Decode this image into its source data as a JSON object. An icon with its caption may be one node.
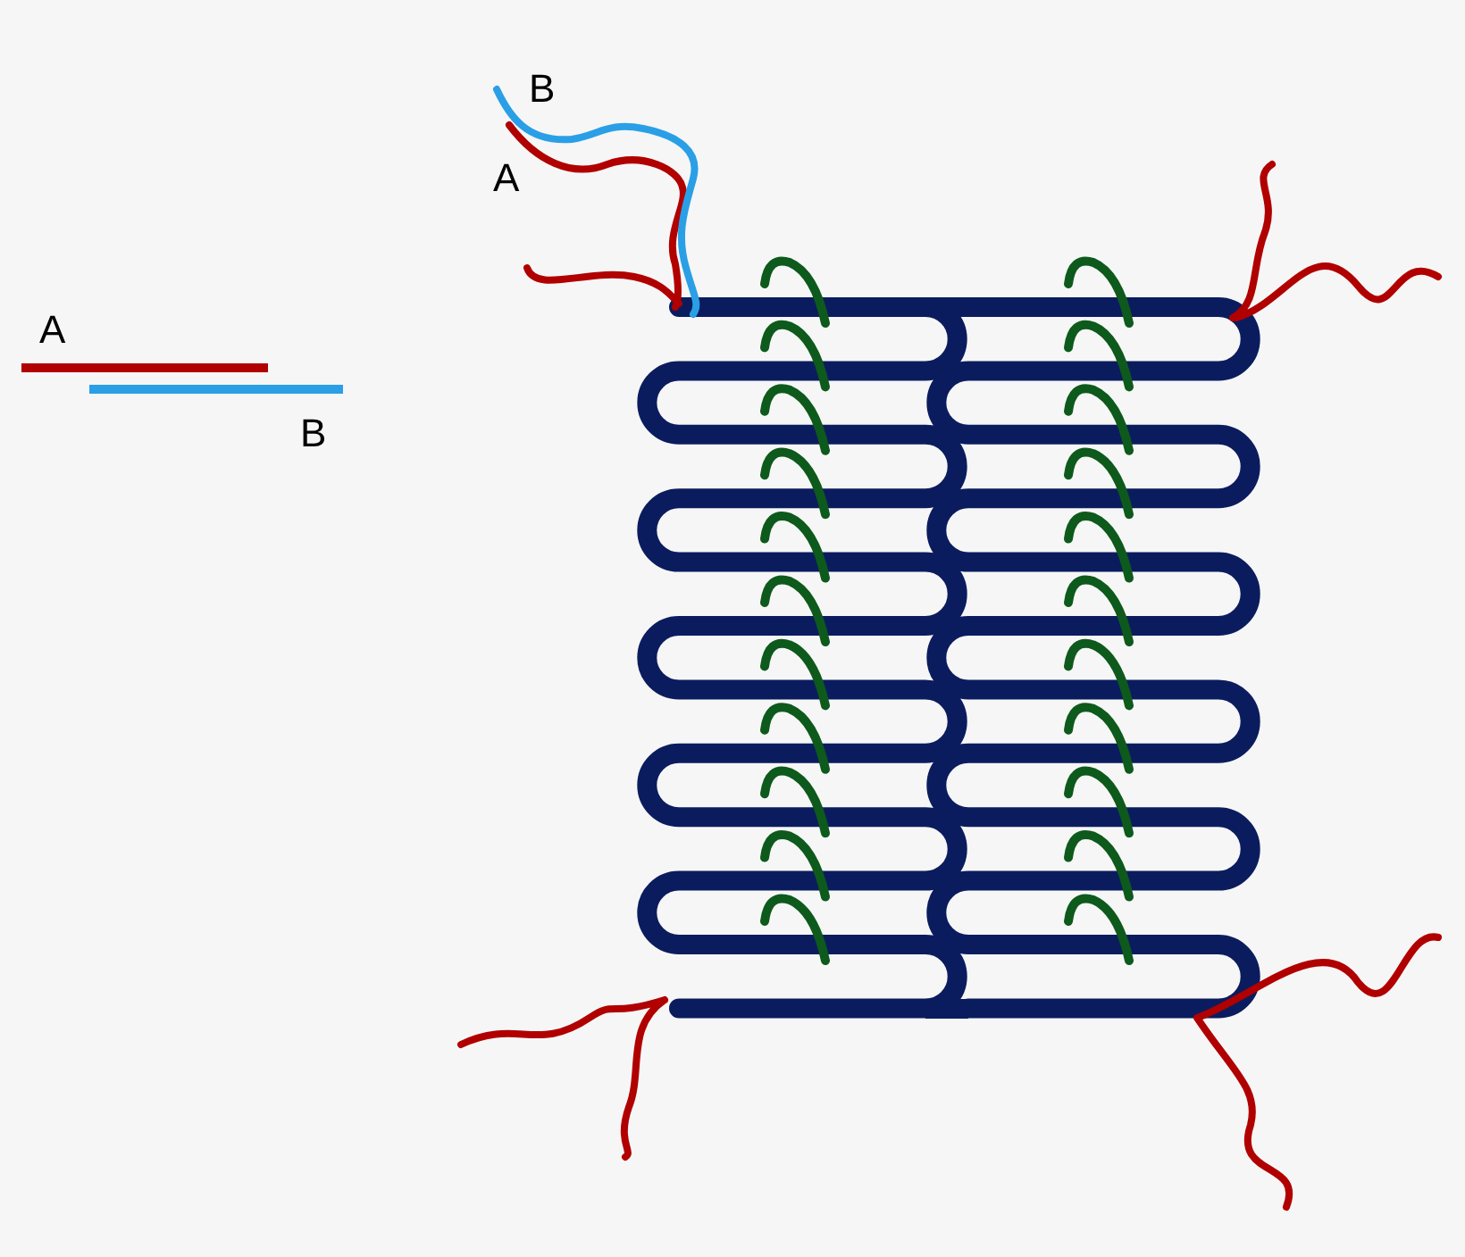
{
  "diagram": {
    "labels": [
      "B",
      "A",
      "A",
      "B"
    ]
  }
}
